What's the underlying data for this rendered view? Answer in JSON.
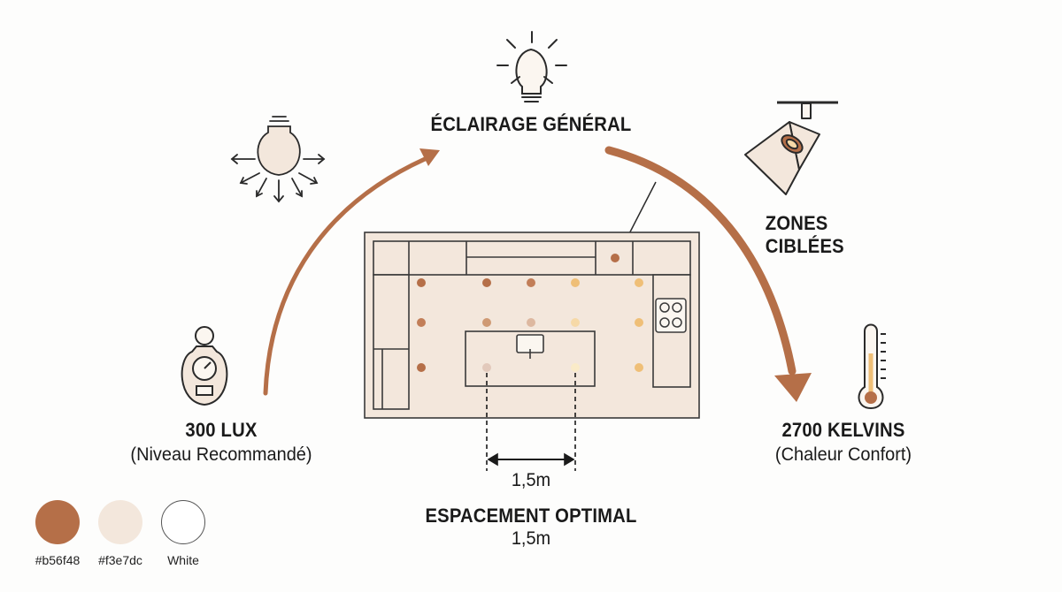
{
  "center": {
    "title": "ÉCLAIRAGE GÉNÉRAL"
  },
  "zones": {
    "line1": "ZONES",
    "line2": "CIBLÉES"
  },
  "lux": {
    "value": "300 LUX",
    "note": "(Niveau Recommandé)"
  },
  "kelvin": {
    "value": "2700 KELVINS",
    "note": "(Chaleur Confort)"
  },
  "spacing": {
    "dimension": "1,5m",
    "title": "ESPACEMENT OPTIMAL",
    "value": "1,5m"
  },
  "palette": [
    {
      "hex": "#b56f48",
      "label": "#b56f48"
    },
    {
      "hex": "#f3e7dc",
      "label": "#f3e7dc"
    },
    {
      "hex": "#ffffff",
      "label": "White"
    }
  ],
  "colors": {
    "accent": "#b56f48",
    "cream": "#f3e7dc",
    "outline": "#2a2a2a",
    "spot_brown": "#b56f48",
    "spot_tan": "#cf9a74",
    "spot_light": "#ddb8a0",
    "spot_gold": "#efbf77",
    "spot_pale": "#f6d9a7"
  }
}
